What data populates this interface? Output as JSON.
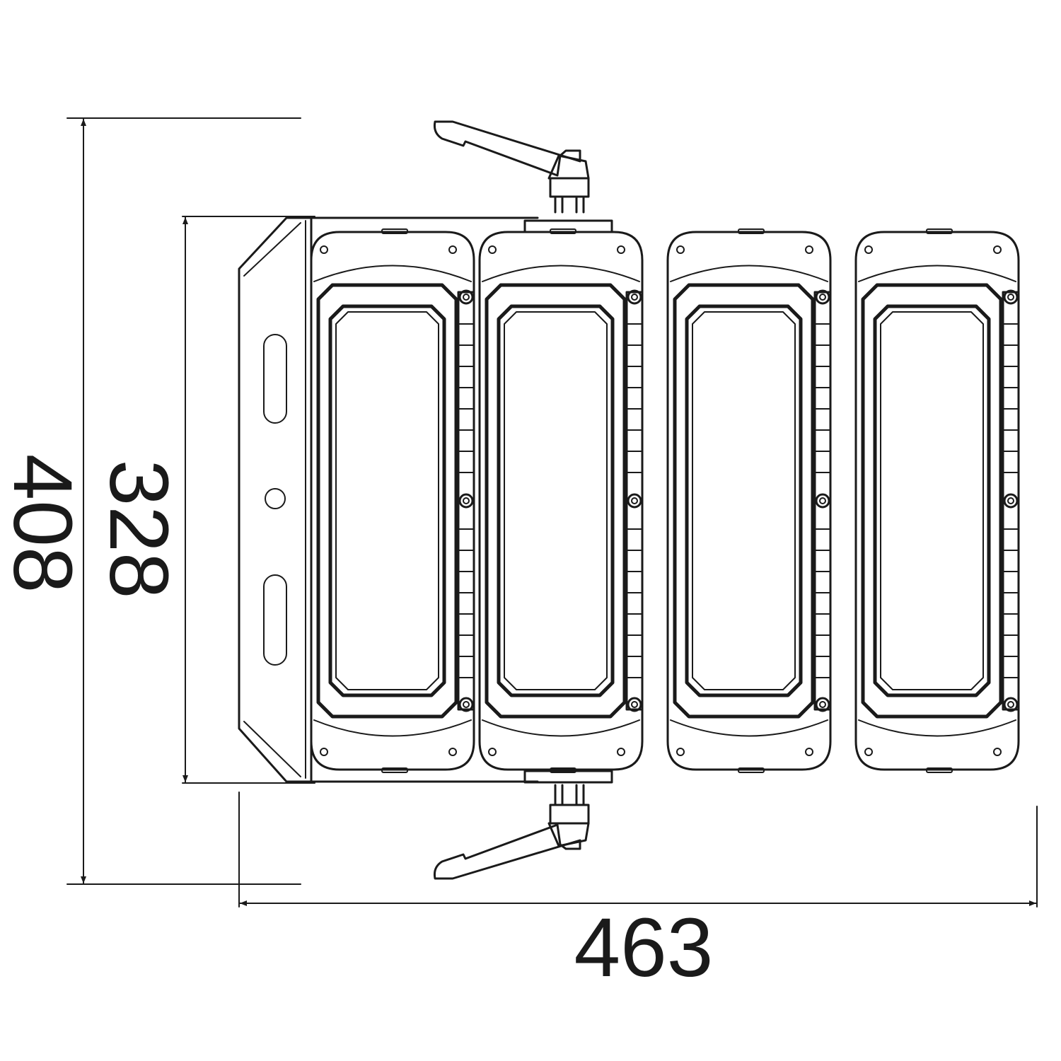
{
  "diagram": {
    "type": "technical-dimension-drawing",
    "subject": "4-module LED flood light with mounting bracket and adjustment levers (top view)",
    "module_count": 4,
    "line_color": "#1a1a1a",
    "background": "#ffffff"
  },
  "dimensions": {
    "overall_height": {
      "value": "408",
      "orientation": "vertical",
      "label_rotation": 90
    },
    "body_height": {
      "value": "328",
      "orientation": "vertical",
      "label_rotation": 90
    },
    "overall_width": {
      "value": "463",
      "orientation": "horizontal"
    }
  }
}
